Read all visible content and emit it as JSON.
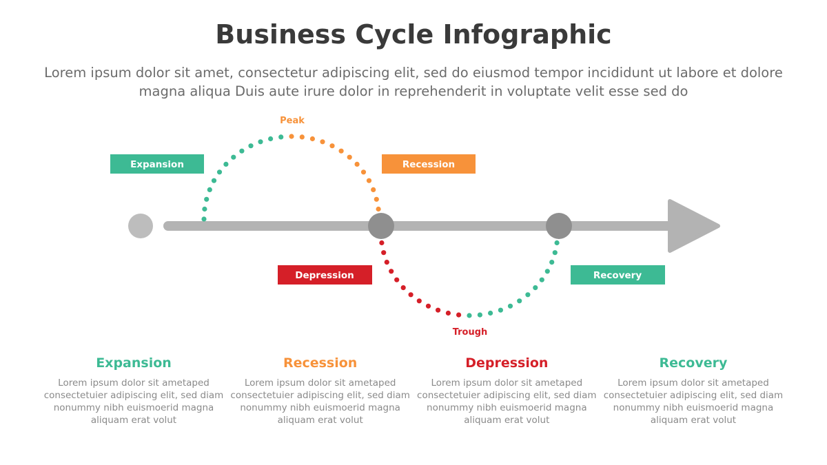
{
  "title": "Business Cycle Infographic",
  "subtitle": "Lorem ipsum dolor sit amet, consectetur adipiscing elit, sed do eiusmod tempor incididunt ut labore et dolore magna aliqua Duis aute irure dolor in reprehenderit in voluptate velit esse sed do",
  "colors": {
    "green": "#3dba94",
    "orange": "#f7923a",
    "red": "#d51f28",
    "gray_line": "#b3b3b3",
    "gray_node": "#8f8f8f",
    "gray_start": "#bdbdbd"
  },
  "diagram": {
    "peak_label": "Peak",
    "trough_label": "Trough",
    "phase_boxes": {
      "expansion": "Expansion",
      "recession": "Recession",
      "depression": "Depression",
      "recovery": "Recovery"
    }
  },
  "phases": [
    {
      "title": "Expansion",
      "color": "#3dba94",
      "body": "Lorem ipsum dolor sit ametaped consectetuier adipiscing elit, sed diam nonummy nibh euismoerid magna aliquam erat volut"
    },
    {
      "title": "Recession",
      "color": "#f7923a",
      "body": "Lorem ipsum dolor sit ametaped consectetuier adipiscing elit, sed diam nonummy nibh euismoerid magna aliquam erat volut"
    },
    {
      "title": "Depression",
      "color": "#d51f28",
      "body": "Lorem ipsum dolor sit ametaped consectetuier adipiscing elit, sed diam nonummy nibh euismoerid magna aliquam erat volut"
    },
    {
      "title": "Recovery",
      "color": "#3dba94",
      "body": "Lorem ipsum dolor sit ametaped consectetuier adipiscing elit, sed diam nonummy nibh euismoerid magna aliquam erat volut"
    }
  ]
}
